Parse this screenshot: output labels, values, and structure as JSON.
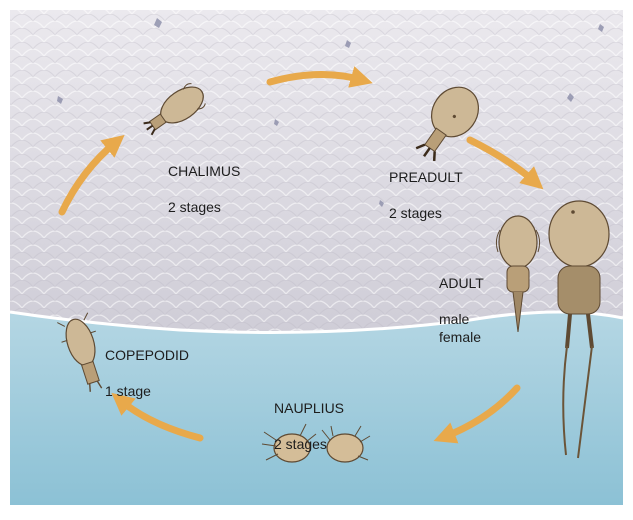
{
  "colors": {
    "arrow": "#e8a94b",
    "skin": "#d2d0d8",
    "water_top": "#eaf1f5",
    "water_bottom": "#8fc3d6",
    "body_fill": "#cdb896",
    "body_stroke": "#5e4a33"
  },
  "stages": {
    "chalimus": {
      "name": "CHALIMUS",
      "detail": "2 stages"
    },
    "preadult": {
      "name": "PREADULT",
      "detail": "2 stages"
    },
    "adult": {
      "name": "ADULT",
      "detail": "male\nfemale"
    },
    "nauplius": {
      "name": "NAUPLIUS",
      "detail": "2 stages"
    },
    "copepodid": {
      "name": "COPEPODID",
      "detail": "1 stage"
    }
  }
}
